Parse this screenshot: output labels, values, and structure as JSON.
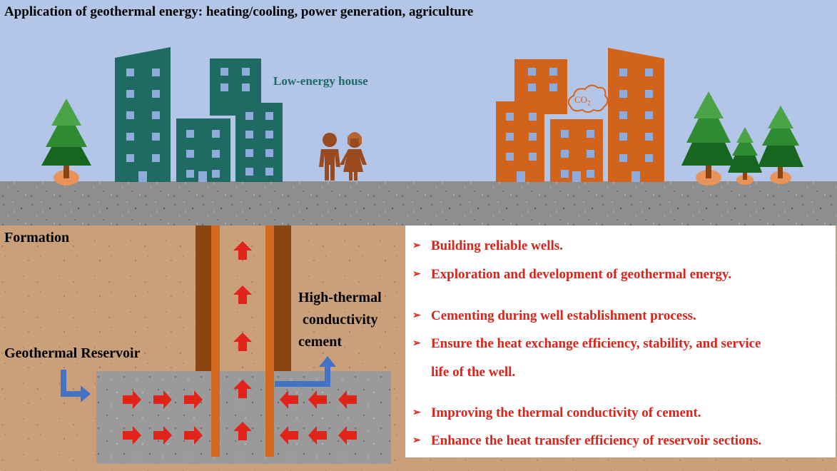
{
  "title": "Application of geothermal energy: heating/cooling, power generation, agriculture",
  "labels": {
    "low_energy_house": "Low-energy house",
    "co2": "CO",
    "co2_sub": "2",
    "formation": "Formation",
    "geothermal_reservoir": "Geothermal Reservoir",
    "cement_line1": "High-thermal",
    "cement_line2": "conductivity",
    "cement_line3": "cement"
  },
  "bullet_marker": "➢",
  "bullets": [
    {
      "text": "Building reliable wells."
    },
    {
      "text": "Exploration and development of geothermal energy."
    },
    {
      "text": "Cementing during well establishment process."
    },
    {
      "text": "Ensure the heat exchange efficiency, stability, and service"
    },
    {
      "text": "life of the well."
    },
    {
      "text": "Improving the thermal conductivity of cement."
    },
    {
      "text": "Enhance the heat transfer efficiency of reservoir sections."
    }
  ],
  "colors": {
    "sky": "#b4c6e7",
    "ground": "#c9a07a",
    "rock": "#8f8f8f",
    "green_building": "#1f6b63",
    "orange_building": "#d2631c",
    "window": "#8faadc",
    "red_text": "#d9241b",
    "blue_arrow": "#4472c4",
    "red_arrow": "#e2231a",
    "casing_outer": "#8b4513",
    "casing_inner": "#d2691e"
  }
}
